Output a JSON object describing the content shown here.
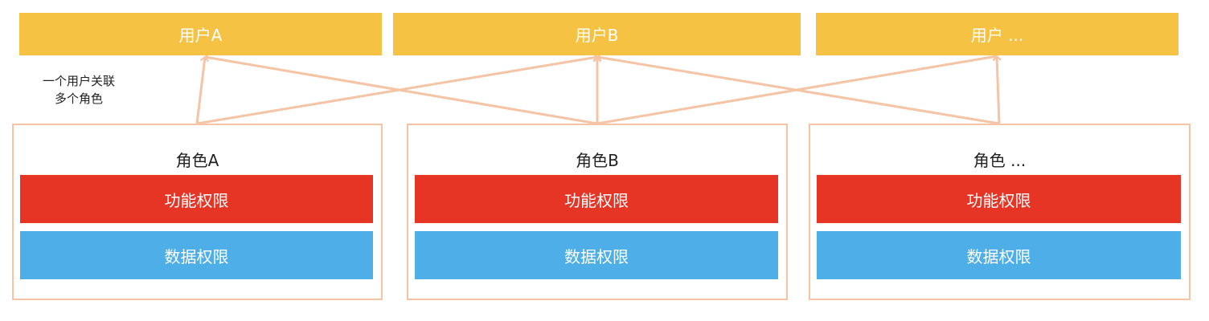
{
  "users": [
    {
      "label": "用户A"
    },
    {
      "label": "用户B"
    },
    {
      "label": "用户 ..."
    }
  ],
  "roles": [
    {
      "title": "角色A",
      "function_permission": "功能权限",
      "data_permission": "数据权限"
    },
    {
      "title": "角色B",
      "function_permission": "功能权限",
      "data_permission": "数据权限"
    },
    {
      "title": "角色 ...",
      "function_permission": "功能权限",
      "data_permission": "数据权限"
    }
  ],
  "note": {
    "line1": "一个用户关联",
    "line2": "多个角色"
  },
  "colors": {
    "user_box": "#f5c243",
    "function_permission": "#e63425",
    "data_permission": "#4daee8",
    "connector": "#f4c4a4"
  }
}
